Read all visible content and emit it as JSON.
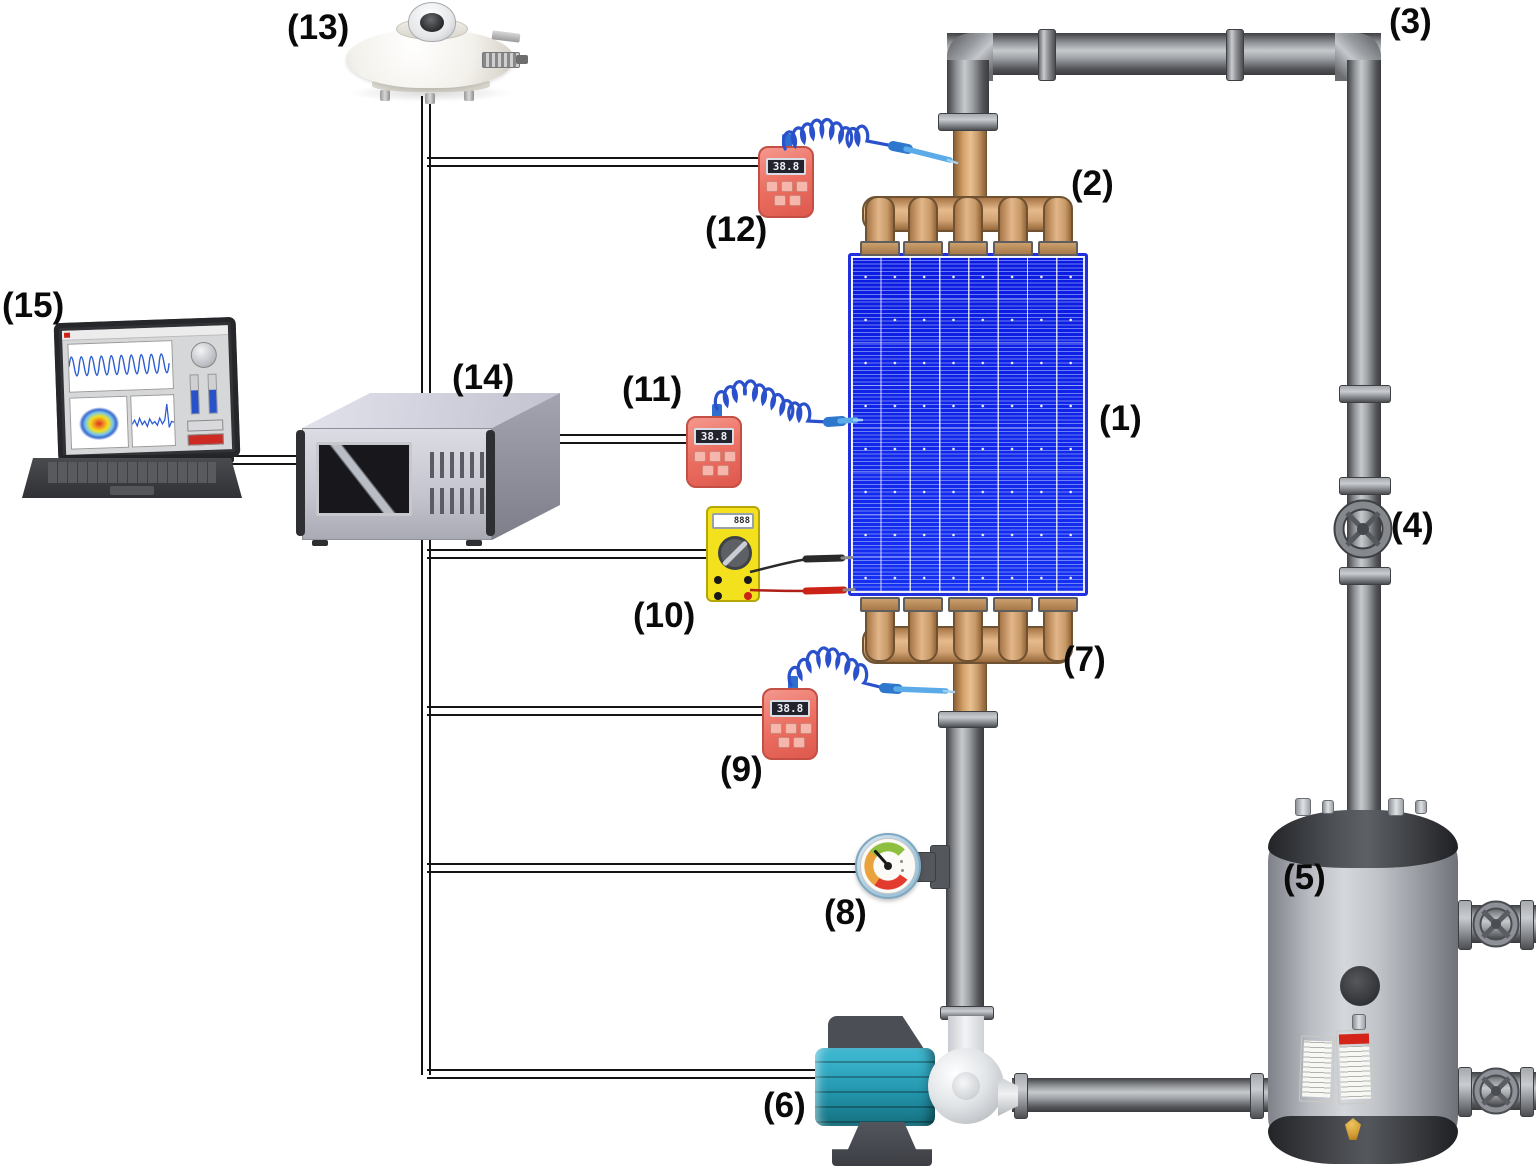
{
  "labels": {
    "l1": "(1)",
    "l2": "(2)",
    "l3": "(3)",
    "l4": "(4)",
    "l5": "(5)",
    "l6": "(6)",
    "l7": "(7)",
    "l8": "(8)",
    "l9": "(9)",
    "l10": "(10)",
    "l11": "(11)",
    "l12": "(12)",
    "l13": "(13)",
    "l14": "(14)",
    "l15": "(15)"
  },
  "readings": {
    "thermometer_12": "38.8",
    "thermometer_11": "38.8",
    "thermometer_9": "38.8",
    "multimeter_display": "888"
  },
  "colors": {
    "panel_blue": "#1229e8",
    "copper": "#d8a878",
    "steel_gray": "#8a8d91",
    "thermometer_red": "#ec7063",
    "multimeter_yellow": "#f2e11c",
    "pump_teal": "#2ba3bd",
    "cable_blue": "#2b50cc",
    "tank_gray": "#b4b8be",
    "gauge_green": "#8fbf3f",
    "gauge_orange": "#eaa23c",
    "gauge_red": "#e23b2e"
  }
}
